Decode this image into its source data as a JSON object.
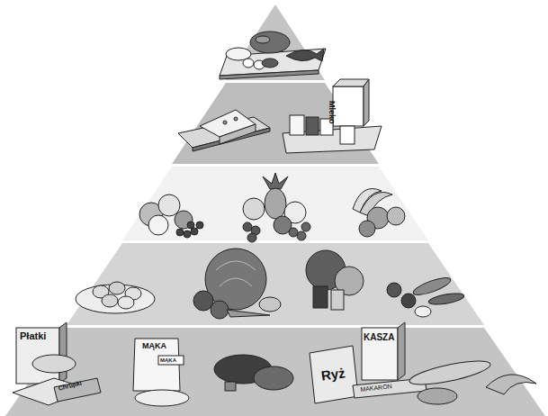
{
  "diagram": {
    "labels": [
      "Mleko",
      "Płatki",
      "Chrupki",
      "MĄKA",
      "MĄKA",
      "Ryż",
      "KASZA",
      "MAKARON"
    ]
  }
}
